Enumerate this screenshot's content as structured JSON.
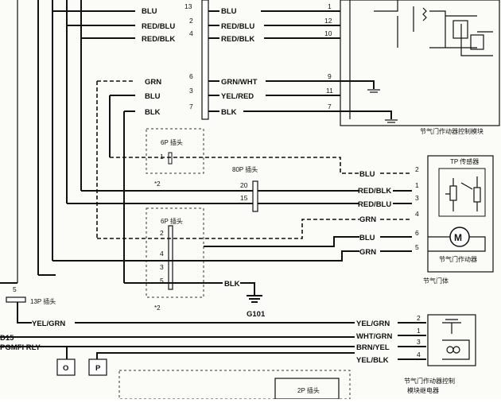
{
  "ecu_wires": [
    {
      "pin_left": "13",
      "label_left": "BLU",
      "label_right": "BLU",
      "pin_right": "1"
    },
    {
      "pin_left": "2",
      "label_left": "RED/BLU",
      "label_right": "RED/BLU",
      "pin_right": "12"
    },
    {
      "pin_left": "4",
      "label_left": "RED/BLK",
      "label_right": "RED/BLK",
      "pin_right": "10"
    },
    {
      "pin_left": "6",
      "label_left": "GRN",
      "label_right": "GRN/WHT",
      "pin_right": "9"
    },
    {
      "pin_left": "3",
      "label_left": "BLU",
      "label_right": "YEL/RED",
      "pin_right": "11"
    },
    {
      "pin_left": "7",
      "label_left": "BLK",
      "label_right": "BLK",
      "pin_right": "7"
    }
  ],
  "module_caption": "节气门作动器控制模块",
  "connector_6p_top": {
    "title": "6P 插头",
    "pin": "1",
    "note": "*2"
  },
  "connector_80p": {
    "title": "80P 插头",
    "pins": [
      "20",
      "15"
    ]
  },
  "connector_6p_bottom": {
    "title": "6P 插头",
    "pins": [
      "2",
      "4",
      "3",
      "5"
    ],
    "note": "*2"
  },
  "throttle_wires": [
    {
      "label": "BLU",
      "pin": "2"
    },
    {
      "label": "RED/BLK",
      "pin": "1"
    },
    {
      "label": "RED/BLU",
      "pin": "3"
    },
    {
      "label": "GRN",
      "pin": "4"
    },
    {
      "label": "BLU",
      "pin": "6"
    },
    {
      "label": "GRN",
      "pin": "5"
    }
  ],
  "tp_sensor_label": "TP 传感器",
  "motor_label": "节气门作动器",
  "throttle_body_label": "节气门体",
  "ground": {
    "wire": "BLK",
    "name": "G101"
  },
  "connector_13p": {
    "pin": "5",
    "title": "13P 插头",
    "wire": "YEL/GRN"
  },
  "left_labels": [
    "D15",
    "PGMFI RLY"
  ],
  "relay_wires": [
    {
      "label": "YEL/GRN",
      "pin": "2"
    },
    {
      "label": "WHT/GRN",
      "pin": "1"
    },
    {
      "label": "BRN/YEL",
      "pin": "3"
    },
    {
      "label": "YEL/BLK",
      "pin": "4"
    }
  ],
  "relay_caption": [
    "节气门作动器控制",
    "模块继电器"
  ],
  "bottom_boxes": [
    "O",
    "P"
  ],
  "bottom_connector": "2P 插头"
}
